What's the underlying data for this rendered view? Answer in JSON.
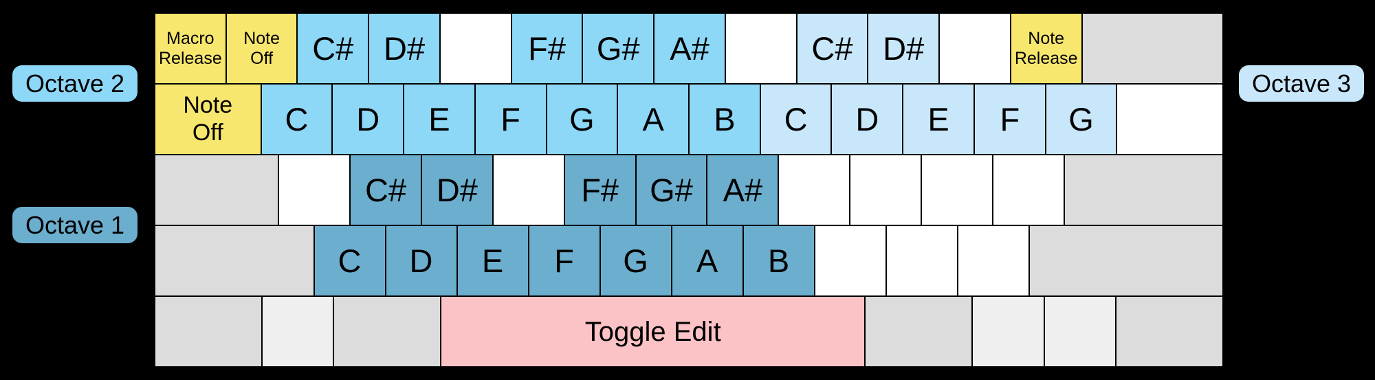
{
  "palette": {
    "background": "#000000",
    "macro": "#F8E76E",
    "octave1": "#6CAECD",
    "octave2": "#8DD7F7",
    "octave3": "#C9E7FA",
    "blank": "#FFFFFF",
    "modifier": "#DCDCDC",
    "modifier_light": "#EFEFEF",
    "edit": "#FBC3C5",
    "key_border": "#000000",
    "text": "#000000"
  },
  "badges": {
    "octave2": {
      "label": "Octave 2",
      "color_key": "octave2"
    },
    "octave1": {
      "label": "Octave 1",
      "color_key": "octave1"
    },
    "octave3": {
      "label": "Octave 3",
      "color_key": "octave3"
    }
  },
  "keyboard": {
    "rows": [
      {
        "keys": [
          {
            "lines": [
              "Macro",
              "Release"
            ],
            "type": "macro",
            "u": 1,
            "text": "small"
          },
          {
            "lines": [
              "Note",
              "Off"
            ],
            "type": "macro",
            "u": 1,
            "text": "small"
          },
          {
            "lines": [
              "C#"
            ],
            "type": "octave2",
            "u": 1,
            "text": "note"
          },
          {
            "lines": [
              "D#"
            ],
            "type": "octave2",
            "u": 1,
            "text": "note"
          },
          {
            "lines": [],
            "type": "blank",
            "u": 1
          },
          {
            "lines": [
              "F#"
            ],
            "type": "octave2",
            "u": 1,
            "text": "note"
          },
          {
            "lines": [
              "G#"
            ],
            "type": "octave2",
            "u": 1,
            "text": "note"
          },
          {
            "lines": [
              "A#"
            ],
            "type": "octave2",
            "u": 1,
            "text": "note"
          },
          {
            "lines": [],
            "type": "blank",
            "u": 1
          },
          {
            "lines": [
              "C#"
            ],
            "type": "octave3",
            "u": 1,
            "text": "note"
          },
          {
            "lines": [
              "D#"
            ],
            "type": "octave3",
            "u": 1,
            "text": "note"
          },
          {
            "lines": [],
            "type": "blank",
            "u": 1
          },
          {
            "lines": [
              "Note",
              "Release"
            ],
            "type": "macro",
            "u": 1,
            "text": "small"
          },
          {
            "lines": [],
            "type": "modifier",
            "u": 2
          }
        ]
      },
      {
        "keys": [
          {
            "lines": [
              "Note",
              "Off"
            ],
            "type": "macro",
            "u": 1.5,
            "text": "medium"
          },
          {
            "lines": [
              "C"
            ],
            "type": "octave2",
            "u": 1,
            "text": "note"
          },
          {
            "lines": [
              "D"
            ],
            "type": "octave2",
            "u": 1,
            "text": "note"
          },
          {
            "lines": [
              "E"
            ],
            "type": "octave2",
            "u": 1,
            "text": "note"
          },
          {
            "lines": [
              "F"
            ],
            "type": "octave2",
            "u": 1,
            "text": "note"
          },
          {
            "lines": [
              "G"
            ],
            "type": "octave2",
            "u": 1,
            "text": "note"
          },
          {
            "lines": [
              "A"
            ],
            "type": "octave2",
            "u": 1,
            "text": "note"
          },
          {
            "lines": [
              "B"
            ],
            "type": "octave2",
            "u": 1,
            "text": "note"
          },
          {
            "lines": [
              "C"
            ],
            "type": "octave3",
            "u": 1,
            "text": "note"
          },
          {
            "lines": [
              "D"
            ],
            "type": "octave3",
            "u": 1,
            "text": "note"
          },
          {
            "lines": [
              "E"
            ],
            "type": "octave3",
            "u": 1,
            "text": "note"
          },
          {
            "lines": [
              "F"
            ],
            "type": "octave3",
            "u": 1,
            "text": "note"
          },
          {
            "lines": [
              "G"
            ],
            "type": "octave3",
            "u": 1,
            "text": "note"
          },
          {
            "lines": [],
            "type": "blank",
            "u": 1.5
          }
        ]
      },
      {
        "keys": [
          {
            "lines": [],
            "type": "modifier",
            "u": 1.75
          },
          {
            "lines": [],
            "type": "blank",
            "u": 1
          },
          {
            "lines": [
              "C#"
            ],
            "type": "octave1",
            "u": 1,
            "text": "note"
          },
          {
            "lines": [
              "D#"
            ],
            "type": "octave1",
            "u": 1,
            "text": "note"
          },
          {
            "lines": [],
            "type": "blank",
            "u": 1
          },
          {
            "lines": [
              "F#"
            ],
            "type": "octave1",
            "u": 1,
            "text": "note"
          },
          {
            "lines": [
              "G#"
            ],
            "type": "octave1",
            "u": 1,
            "text": "note"
          },
          {
            "lines": [
              "A#"
            ],
            "type": "octave1",
            "u": 1,
            "text": "note"
          },
          {
            "lines": [],
            "type": "blank",
            "u": 1
          },
          {
            "lines": [],
            "type": "blank",
            "u": 1
          },
          {
            "lines": [],
            "type": "blank",
            "u": 1
          },
          {
            "lines": [],
            "type": "blank",
            "u": 1
          },
          {
            "lines": [],
            "type": "modifier",
            "u": 2.25
          }
        ]
      },
      {
        "keys": [
          {
            "lines": [],
            "type": "modifier",
            "u": 2.25
          },
          {
            "lines": [
              "C"
            ],
            "type": "octave1",
            "u": 1,
            "text": "note"
          },
          {
            "lines": [
              "D"
            ],
            "type": "octave1",
            "u": 1,
            "text": "note"
          },
          {
            "lines": [
              "E"
            ],
            "type": "octave1",
            "u": 1,
            "text": "note"
          },
          {
            "lines": [
              "F"
            ],
            "type": "octave1",
            "u": 1,
            "text": "note"
          },
          {
            "lines": [
              "G"
            ],
            "type": "octave1",
            "u": 1,
            "text": "note"
          },
          {
            "lines": [
              "A"
            ],
            "type": "octave1",
            "u": 1,
            "text": "note"
          },
          {
            "lines": [
              "B"
            ],
            "type": "octave1",
            "u": 1,
            "text": "note"
          },
          {
            "lines": [],
            "type": "blank",
            "u": 1
          },
          {
            "lines": [],
            "type": "blank",
            "u": 1
          },
          {
            "lines": [],
            "type": "blank",
            "u": 1
          },
          {
            "lines": [],
            "type": "modifier",
            "u": 2.75
          }
        ]
      },
      {
        "keys": [
          {
            "lines": [],
            "type": "modifier",
            "u": 1.5
          },
          {
            "lines": [],
            "type": "modifier_light",
            "u": 1
          },
          {
            "lines": [],
            "type": "modifier",
            "u": 1.5
          },
          {
            "lines": [
              "Toggle Edit"
            ],
            "type": "edit",
            "u": 6,
            "text": "edit"
          },
          {
            "lines": [],
            "type": "modifier",
            "u": 1.5
          },
          {
            "lines": [],
            "type": "modifier_light",
            "u": 1
          },
          {
            "lines": [],
            "type": "modifier_light",
            "u": 1
          },
          {
            "lines": [],
            "type": "modifier",
            "u": 1.5
          }
        ]
      }
    ]
  }
}
